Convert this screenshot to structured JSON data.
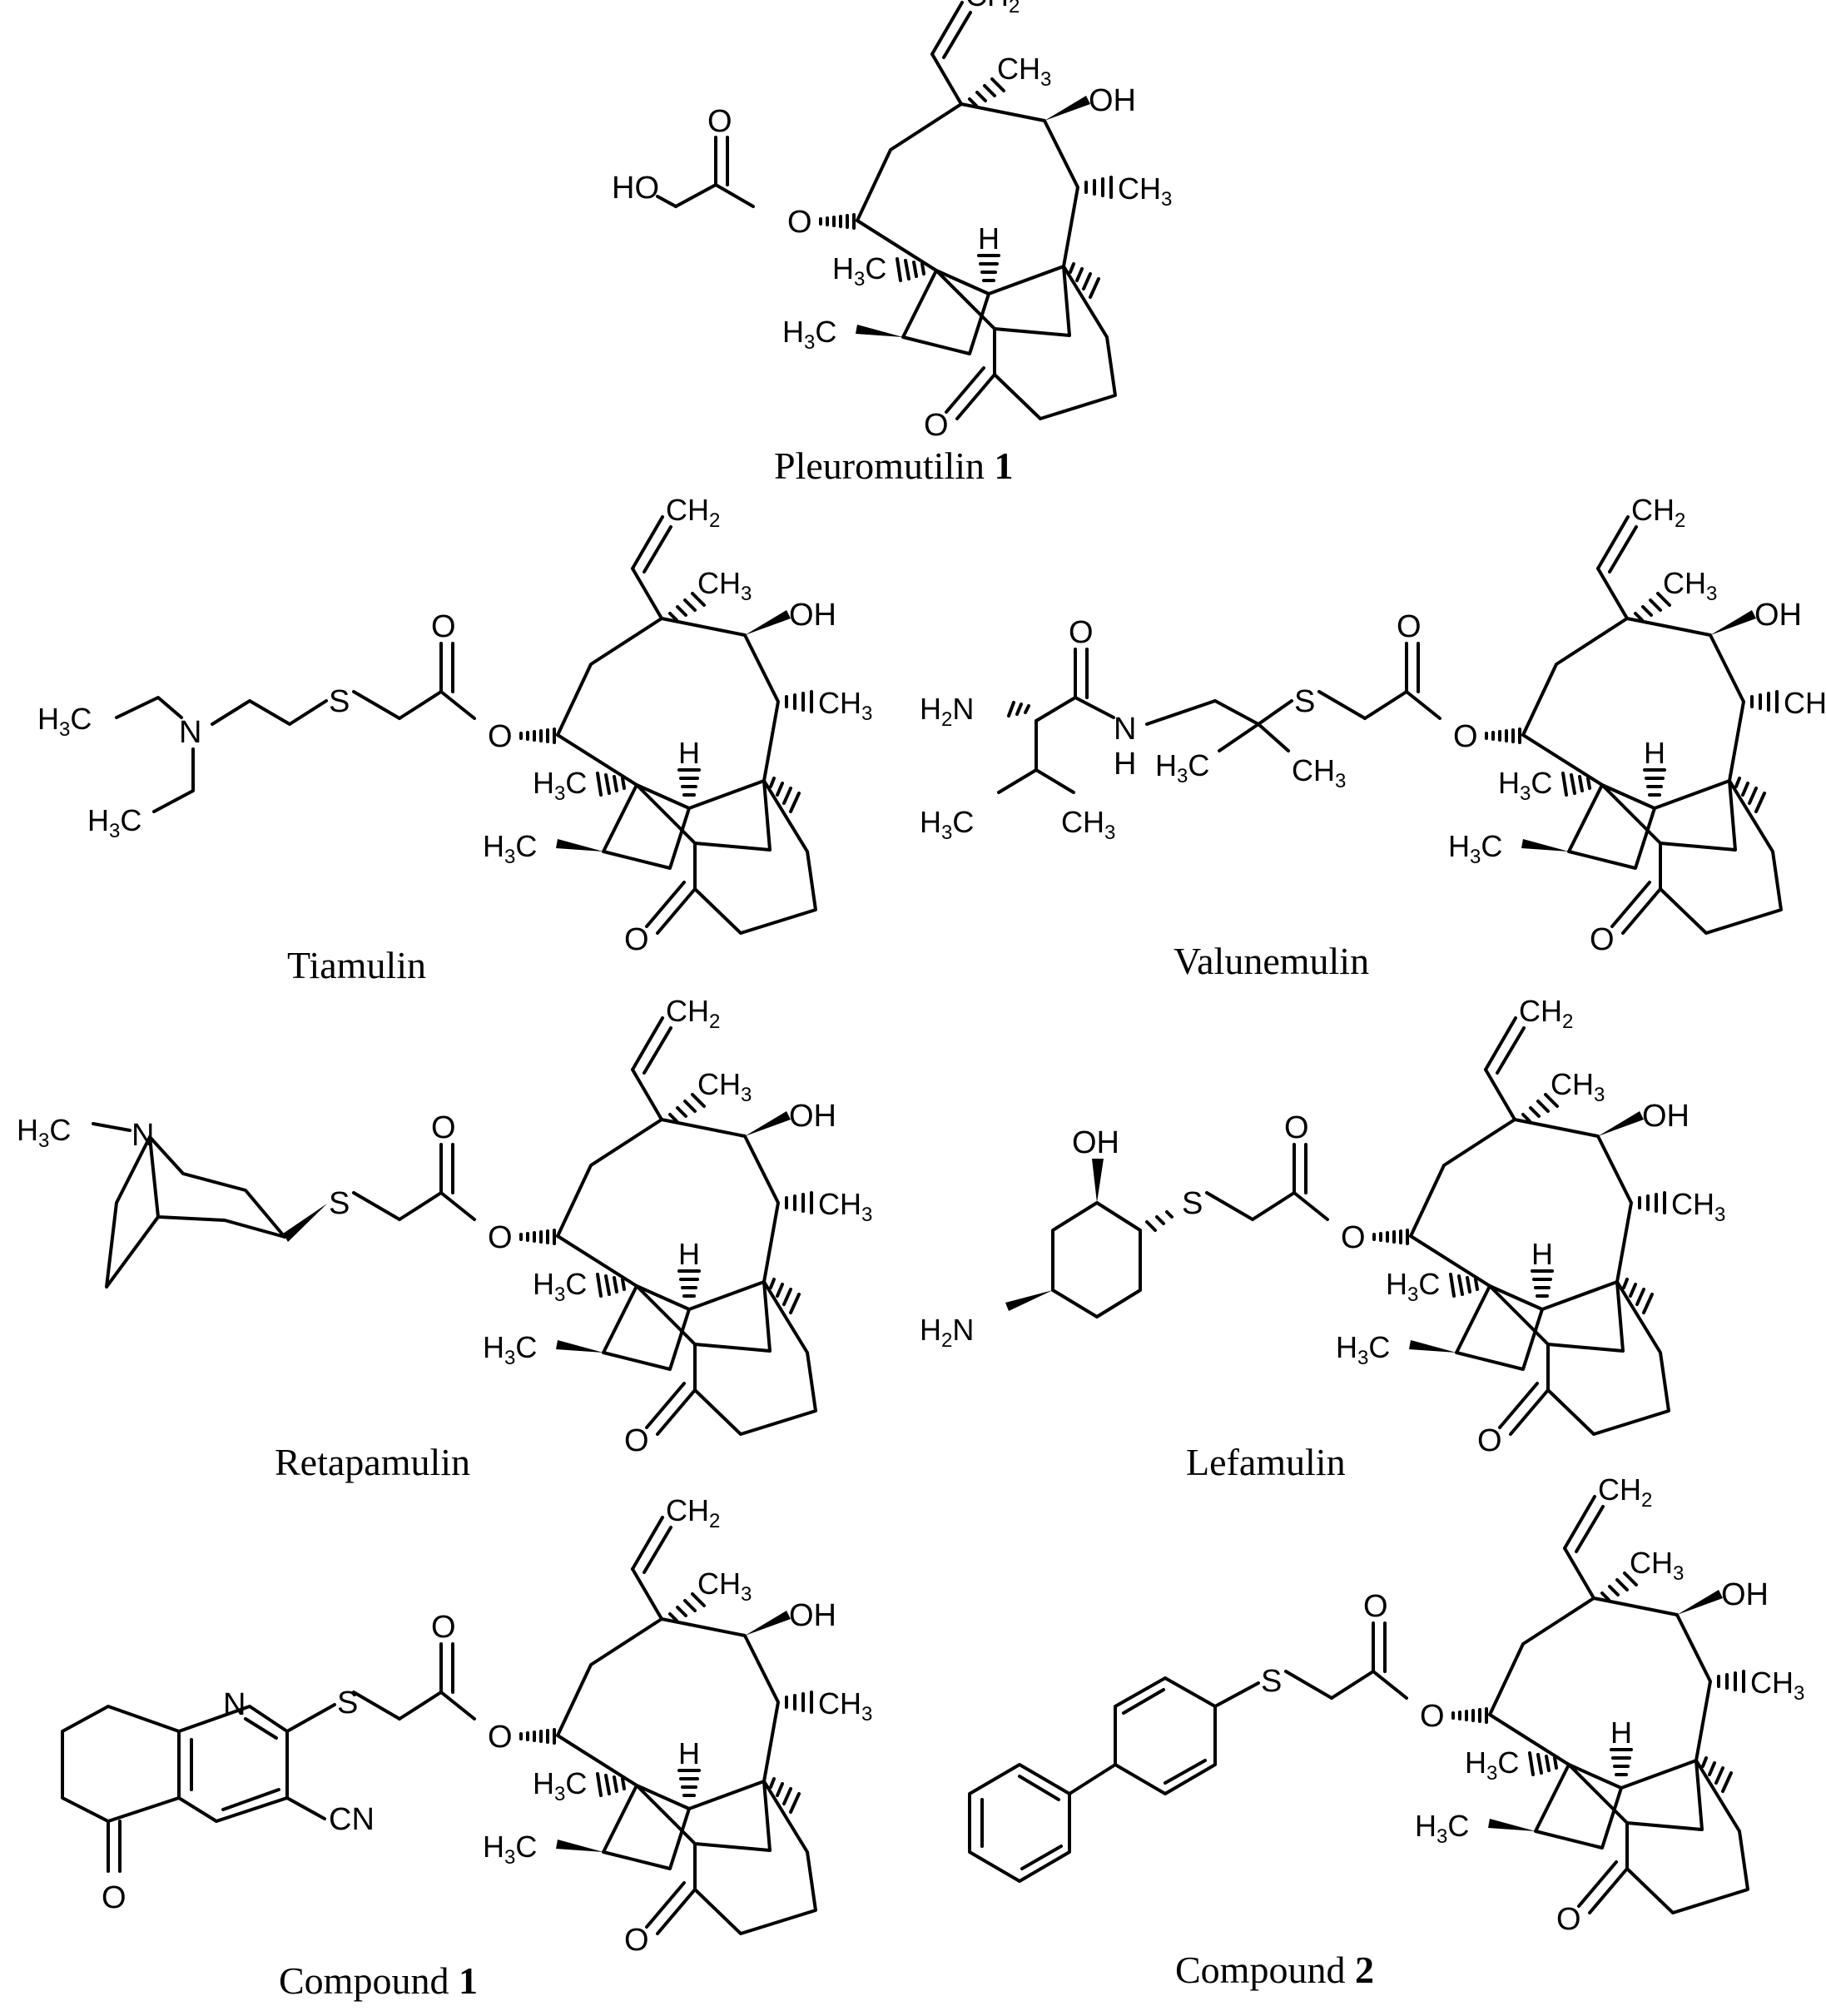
{
  "figure": {
    "molecules": [
      {
        "id": "pleuromutilin",
        "caption": "Pleuromutilin",
        "caption_bold": "1"
      },
      {
        "id": "tiamulin",
        "caption": "Tiamulin",
        "caption_bold": ""
      },
      {
        "id": "valnemulin",
        "caption": "Valunemulin",
        "caption_bold": ""
      },
      {
        "id": "retapamulin",
        "caption": "Retapamulin",
        "caption_bold": ""
      },
      {
        "id": "lefamulin",
        "caption": "Lefamulin",
        "caption_bold": ""
      },
      {
        "id": "compound1",
        "caption": "Compound",
        "caption_bold": "1"
      },
      {
        "id": "compound2",
        "caption": "Compound",
        "caption_bold": "2"
      }
    ],
    "atom_labels": {
      "ch2": "CH2",
      "ch3": "CH3",
      "h3c": "H3C",
      "oh": "OH",
      "o": "O",
      "h": "H",
      "ho": "HO",
      "n": "N",
      "s": "S",
      "h2n": "H2N",
      "nh": "N",
      "nh_h": "H",
      "cn": "CN"
    }
  }
}
